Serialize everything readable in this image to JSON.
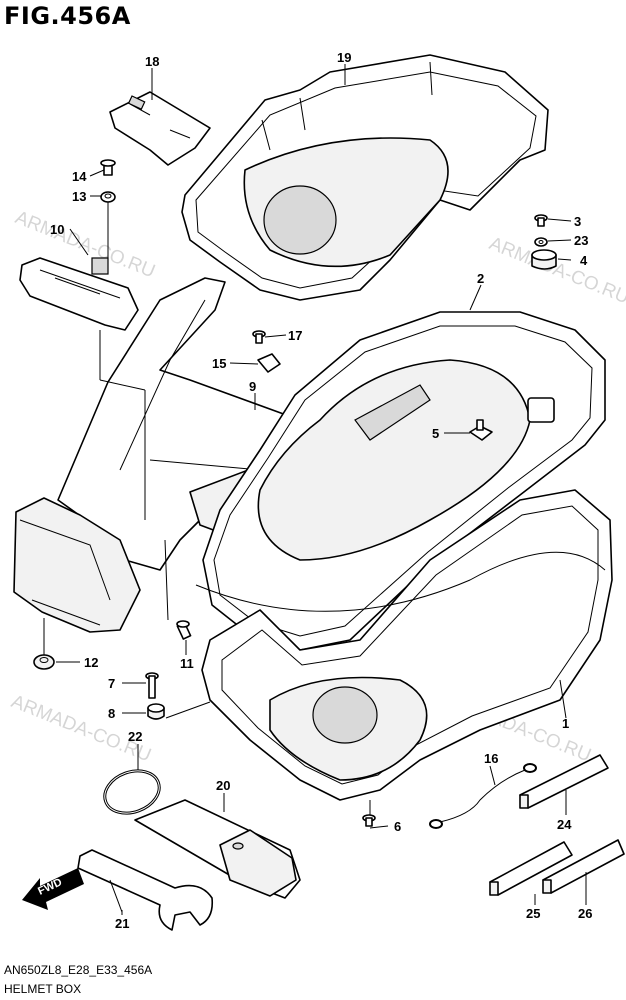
{
  "figure": {
    "title": "FIG.456A",
    "code": "AN650ZL8_E28_E33_456A",
    "name": "HELMET BOX"
  },
  "watermark": "ARMADA-CO.RU",
  "fwd_label": "FWD",
  "callouts": [
    "1",
    "2",
    "3",
    "4",
    "5",
    "6",
    "7",
    "8",
    "9",
    "10",
    "11",
    "12",
    "13",
    "14",
    "15",
    "16",
    "17",
    "18",
    "19",
    "20",
    "21",
    "22",
    "23",
    "24",
    "25",
    "26"
  ]
}
